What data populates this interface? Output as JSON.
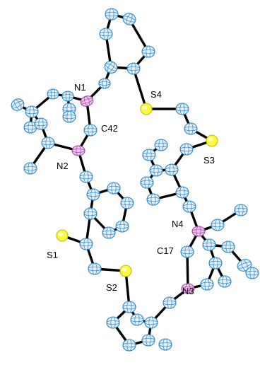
{
  "labels": {
    "n1": "N1",
    "s4": "S4",
    "c42": "C42",
    "n2": "N2",
    "s3": "S3",
    "n4": "N4",
    "c17": "C17",
    "s1": "S1",
    "s2": "S2",
    "n3": "N3"
  },
  "colors": {
    "carbon_fill": "#e3f0fb",
    "carbon_edge": "#2a86c6",
    "nitrogen_fill": "#efc3ee",
    "nitrogen_edge": "#a24aa6",
    "sulfur_fill": "#fafa3c",
    "sulfur_edge": "#c8be00",
    "bond": "#000000"
  }
}
